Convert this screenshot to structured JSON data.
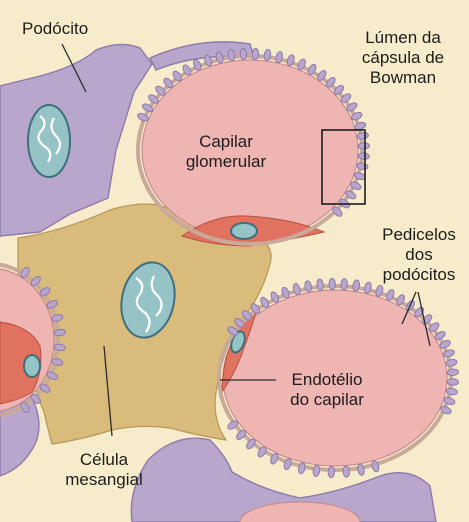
{
  "labels": {
    "podocyte": "Podócito",
    "bowman_lumen": [
      "Lúmen da",
      "cápsula de",
      "Bowman"
    ],
    "glomerular_capillary": [
      "Capilar",
      "glomerular"
    ],
    "foot_processes": [
      "Pedicelos",
      "dos",
      "podócitos"
    ],
    "capillary_endothelium": [
      "Endotélio",
      "do capilar"
    ],
    "mesangial_cell": [
      "Célula",
      "mesangial"
    ]
  },
  "colors": {
    "background": "#f6eccb",
    "podocyte": "#b9a6cd",
    "podocyte_edge": "#8d7aa8",
    "capillary_lumen": "#eeb5b3",
    "capillary_edge": "#c98c8e",
    "basement_membrane": "#c9a99a",
    "endothelial_cell": "#e0725f",
    "mesangial_matrix": "#d9bb7c",
    "nucleus": "#95c3c6",
    "nucleus_edge": "#3f6f7c",
    "label_text": "#1d1d1d",
    "callout_line": "#2b2b2b"
  }
}
